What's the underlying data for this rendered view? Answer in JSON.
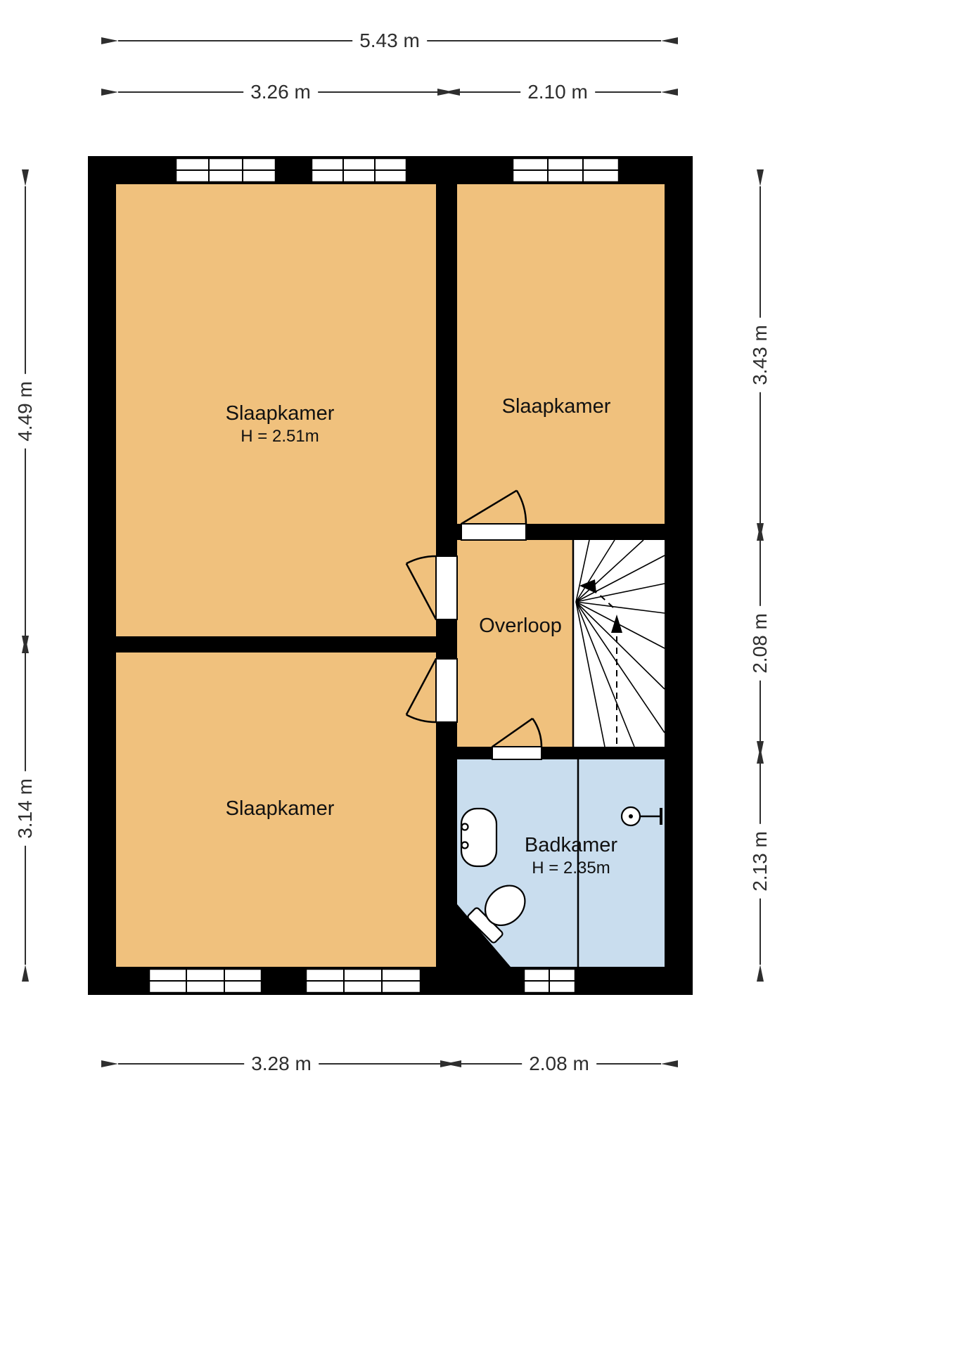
{
  "plan": {
    "rooms": {
      "bedroom_main": {
        "label": "Slaapkamer",
        "height": "H = 2.51m"
      },
      "bedroom_right": {
        "label": "Slaapkamer"
      },
      "bedroom_bottom": {
        "label": "Slaapkamer"
      },
      "landing": {
        "label": "Overloop"
      },
      "bathroom": {
        "label": "Badkamer",
        "height": "H = 2.35m"
      }
    },
    "dimensions": {
      "top_total": "5.43 m",
      "top_left": "3.26 m",
      "top_right": "2.10 m",
      "bottom_left": "3.28 m",
      "bottom_right": "2.08 m",
      "left_upper": "4.49 m",
      "left_lower": "3.14 m",
      "right_upper": "3.43 m",
      "right_middle": "2.08 m",
      "right_lower": "2.13 m"
    },
    "colors": {
      "room_fill": "#f0c17d",
      "bathroom_fill": "#c9ddee",
      "wall": "#000000",
      "dimension": "#2e2e2e"
    }
  }
}
